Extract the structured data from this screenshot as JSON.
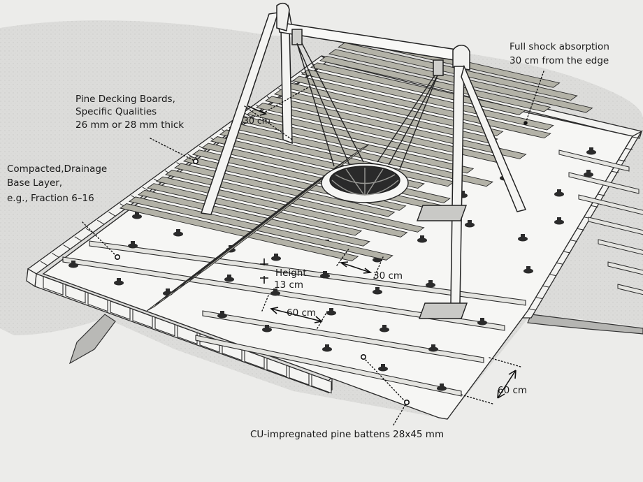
{
  "labels": {
    "decking_line1": "Pine Decking Boards,",
    "decking_line2": "Specific Qualities",
    "decking_line3": "26 mm or 28 mm thick",
    "base_line1": "Compacted,Drainage",
    "base_line2": "Base Layer,",
    "base_line3": "e.g., Fraction 6–16",
    "shock_line1": "Full shock absorption",
    "shock_line2": "30 cm from the edge",
    "dim_edge": "30 cm",
    "height_line1": "Height",
    "height_line2": "13 cm",
    "dim_spacing_30": "30 cm",
    "dim_spacing_60": "60 cm",
    "dim_batten_60": "60 cm",
    "battens": "CU-impregnated pine battens 28x45 mm"
  },
  "colors": {
    "background": "#ececea",
    "gravel": "#d8d8d6",
    "boards": "#b3b2a7",
    "board_edge": "#2a2a2a",
    "slab": "#f7f7f5",
    "pedestal": "#2b2b2b",
    "batten": "#e4e4e0",
    "frame": "#f4f4f2"
  }
}
